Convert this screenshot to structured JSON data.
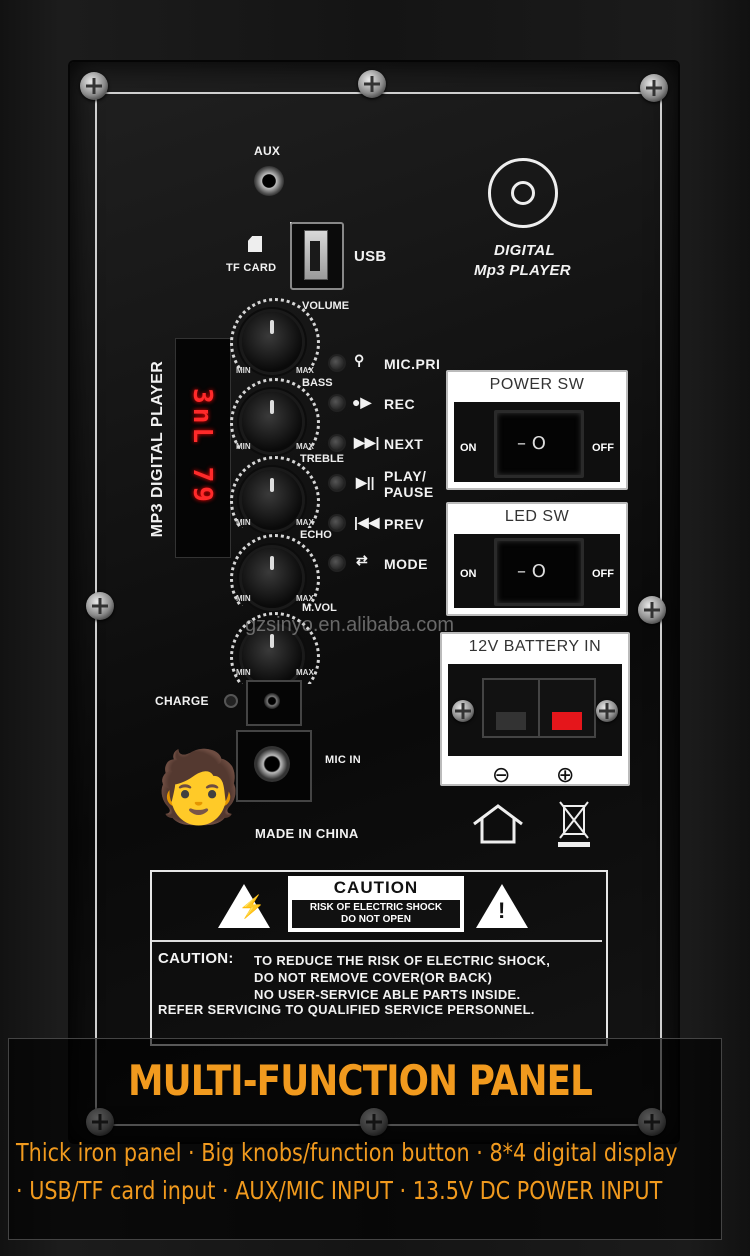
{
  "panel": {
    "aux_label": "AUX",
    "tf_card_label": "TF CARD",
    "usb_label": "USB",
    "logo_line1": "DIGITAL",
    "logo_line2": "Mp3  PLAYER",
    "vertical_title": "MP3 DIGITAL PLAYER",
    "display_text": "3nL 79",
    "knobs": [
      {
        "label": "VOLUME"
      },
      {
        "label": "BASS"
      },
      {
        "label": "TREBLE"
      },
      {
        "label": "ECHO"
      },
      {
        "label": "M.VOL"
      }
    ],
    "min_label": "MIN",
    "max_label": "MAX",
    "buttons": [
      {
        "label": "MIC.PRI",
        "icon": "mic-icon"
      },
      {
        "label": "REC",
        "icon": "record-icon"
      },
      {
        "label": "NEXT",
        "icon": "next-icon"
      },
      {
        "label": "PLAY/",
        "label2": "PAUSE",
        "icon": "play-pause-icon"
      },
      {
        "label": "PREV",
        "icon": "prev-icon"
      },
      {
        "label": "MODE",
        "icon": "mode-icon"
      }
    ],
    "charge_label": "CHARGE",
    "mic_in_label": "MIC IN",
    "made_in_label": "MADE IN CHINA",
    "watermark": "gzsinyo.en.alibaba.com"
  },
  "switches": [
    {
      "title": "POWER SW",
      "on": "ON",
      "off": "OFF"
    },
    {
      "title": "LED  SW",
      "on": "ON",
      "off": "OFF"
    }
  ],
  "battery": {
    "title": "12V BATTERY IN",
    "minus": "⊖",
    "plus": "⊕"
  },
  "warning": {
    "caution_title": "CAUTION",
    "caution_sub1": "RISK OF ELECTRIC SHOCK",
    "caution_sub2": "DO NOT OPEN",
    "line1_head": "CAUTION:",
    "line1": "TO REDUCE THE RISK OF ELECTRIC SHOCK,",
    "line2": "DO NOT REMOVE COVER(OR BACK)",
    "line3": "NO USER-SERVICE ABLE PARTS INSIDE.",
    "line4": "REFER SERVICING TO QUALIFIED SERVICE PERSONNEL."
  },
  "banner": {
    "title": "MULTI-FUNCTION PANEL",
    "line1": "Thick iron panel  ·  Big knobs/function button  ·  8*4 digital display",
    "line2": "·  USB/TF card input  ·  AUX/MIC INPUT  ·  13.5V DC POWER INPUT",
    "color": "#f19a1e"
  }
}
